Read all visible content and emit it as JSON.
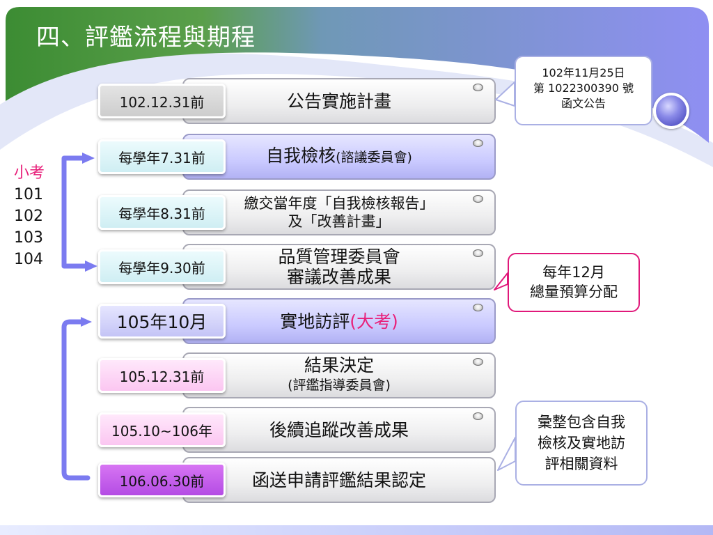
{
  "title": "四、評鑑流程與期程",
  "colors": {
    "purple": "#7b7bf0",
    "green": "#3c8c33",
    "pink": "#e8207a"
  },
  "steps": [
    {
      "date": "102.12.31前",
      "label": "公告實施計畫"
    },
    {
      "date": "每學年7.31前",
      "label": "自我檢核",
      "label_small": "(諮議委員會)"
    },
    {
      "date": "每學年8.31前",
      "line1": "繳交當年度「自我檢核報告」",
      "line2": "及「改善計畫」"
    },
    {
      "date": "每學年9.30前",
      "line1": "品質管理委員會",
      "line2": "審議改善成果"
    },
    {
      "date": "105年10月",
      "label": "實地訪評",
      "label_em": "(大考)"
    },
    {
      "date": "105.12.31前",
      "line1": "結果決定",
      "line2": "(評鑑指導委員會)"
    },
    {
      "date": "105.10~106年",
      "label": "後續追蹤改善成果"
    },
    {
      "date": "106.06.30前",
      "label": "函送申請評鑑結果認定"
    }
  ],
  "legend": {
    "title": "小考",
    "years": [
      "101",
      "102",
      "103",
      "104"
    ]
  },
  "callouts": {
    "announcement": {
      "line1": "102年11月25日",
      "line2": "第 1022300390 號",
      "line3": "函文公告"
    },
    "budget": {
      "line1": "每年12月",
      "line2": "總量預算分配"
    },
    "materials": {
      "line1": "彙整包含自我",
      "line2": "檢核及實地訪",
      "line3": "評相關資料"
    }
  }
}
